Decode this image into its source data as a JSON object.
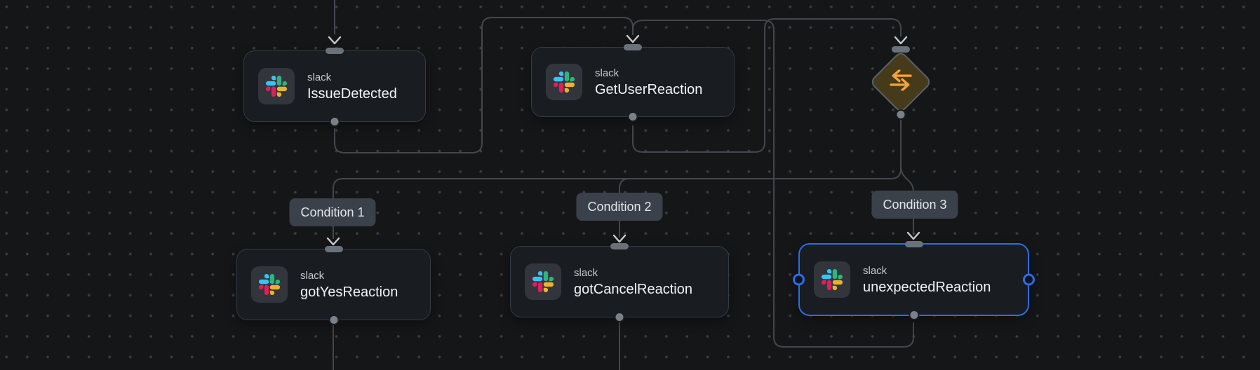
{
  "app": {
    "name": "workflow-canvas"
  },
  "canvas": {
    "background_color": "#151618",
    "dot_color": "#3a3c40",
    "edge_color": "#43474d",
    "arrow_color": "#c9cdd2",
    "selection_color": "#2d6ce5",
    "switch_fill_color": "#453b1b",
    "switch_icon_color": "#f2a33c"
  },
  "slack_brand_colors": {
    "blue": "#36C5F0",
    "green": "#2EB67D",
    "yellow": "#ECB22E",
    "red": "#E01E5A"
  },
  "nodes": [
    {
      "id": "issue-detected",
      "app_label": "slack",
      "title": "IssueDetected",
      "icon": "slack-icon",
      "selected": false
    },
    {
      "id": "get-user-reaction",
      "app_label": "slack",
      "title": "GetUserReaction",
      "icon": "slack-icon",
      "selected": false
    },
    {
      "id": "reaction-switch",
      "type": "condition-switch",
      "icon": "swap-arrows-icon",
      "selected": false
    },
    {
      "id": "got-yes-reaction",
      "app_label": "slack",
      "title": "gotYesReaction",
      "icon": "slack-icon",
      "selected": false
    },
    {
      "id": "got-cancel-reaction",
      "app_label": "slack",
      "title": "gotCancelReaction",
      "icon": "slack-icon",
      "selected": false
    },
    {
      "id": "unexpected-reaction",
      "app_label": "slack",
      "title": "unexpectedReaction",
      "icon": "slack-icon",
      "selected": true
    }
  ],
  "condition_labels": [
    {
      "label": "Condition 1"
    },
    {
      "label": "Condition 2"
    },
    {
      "label": "Condition 3"
    }
  ]
}
